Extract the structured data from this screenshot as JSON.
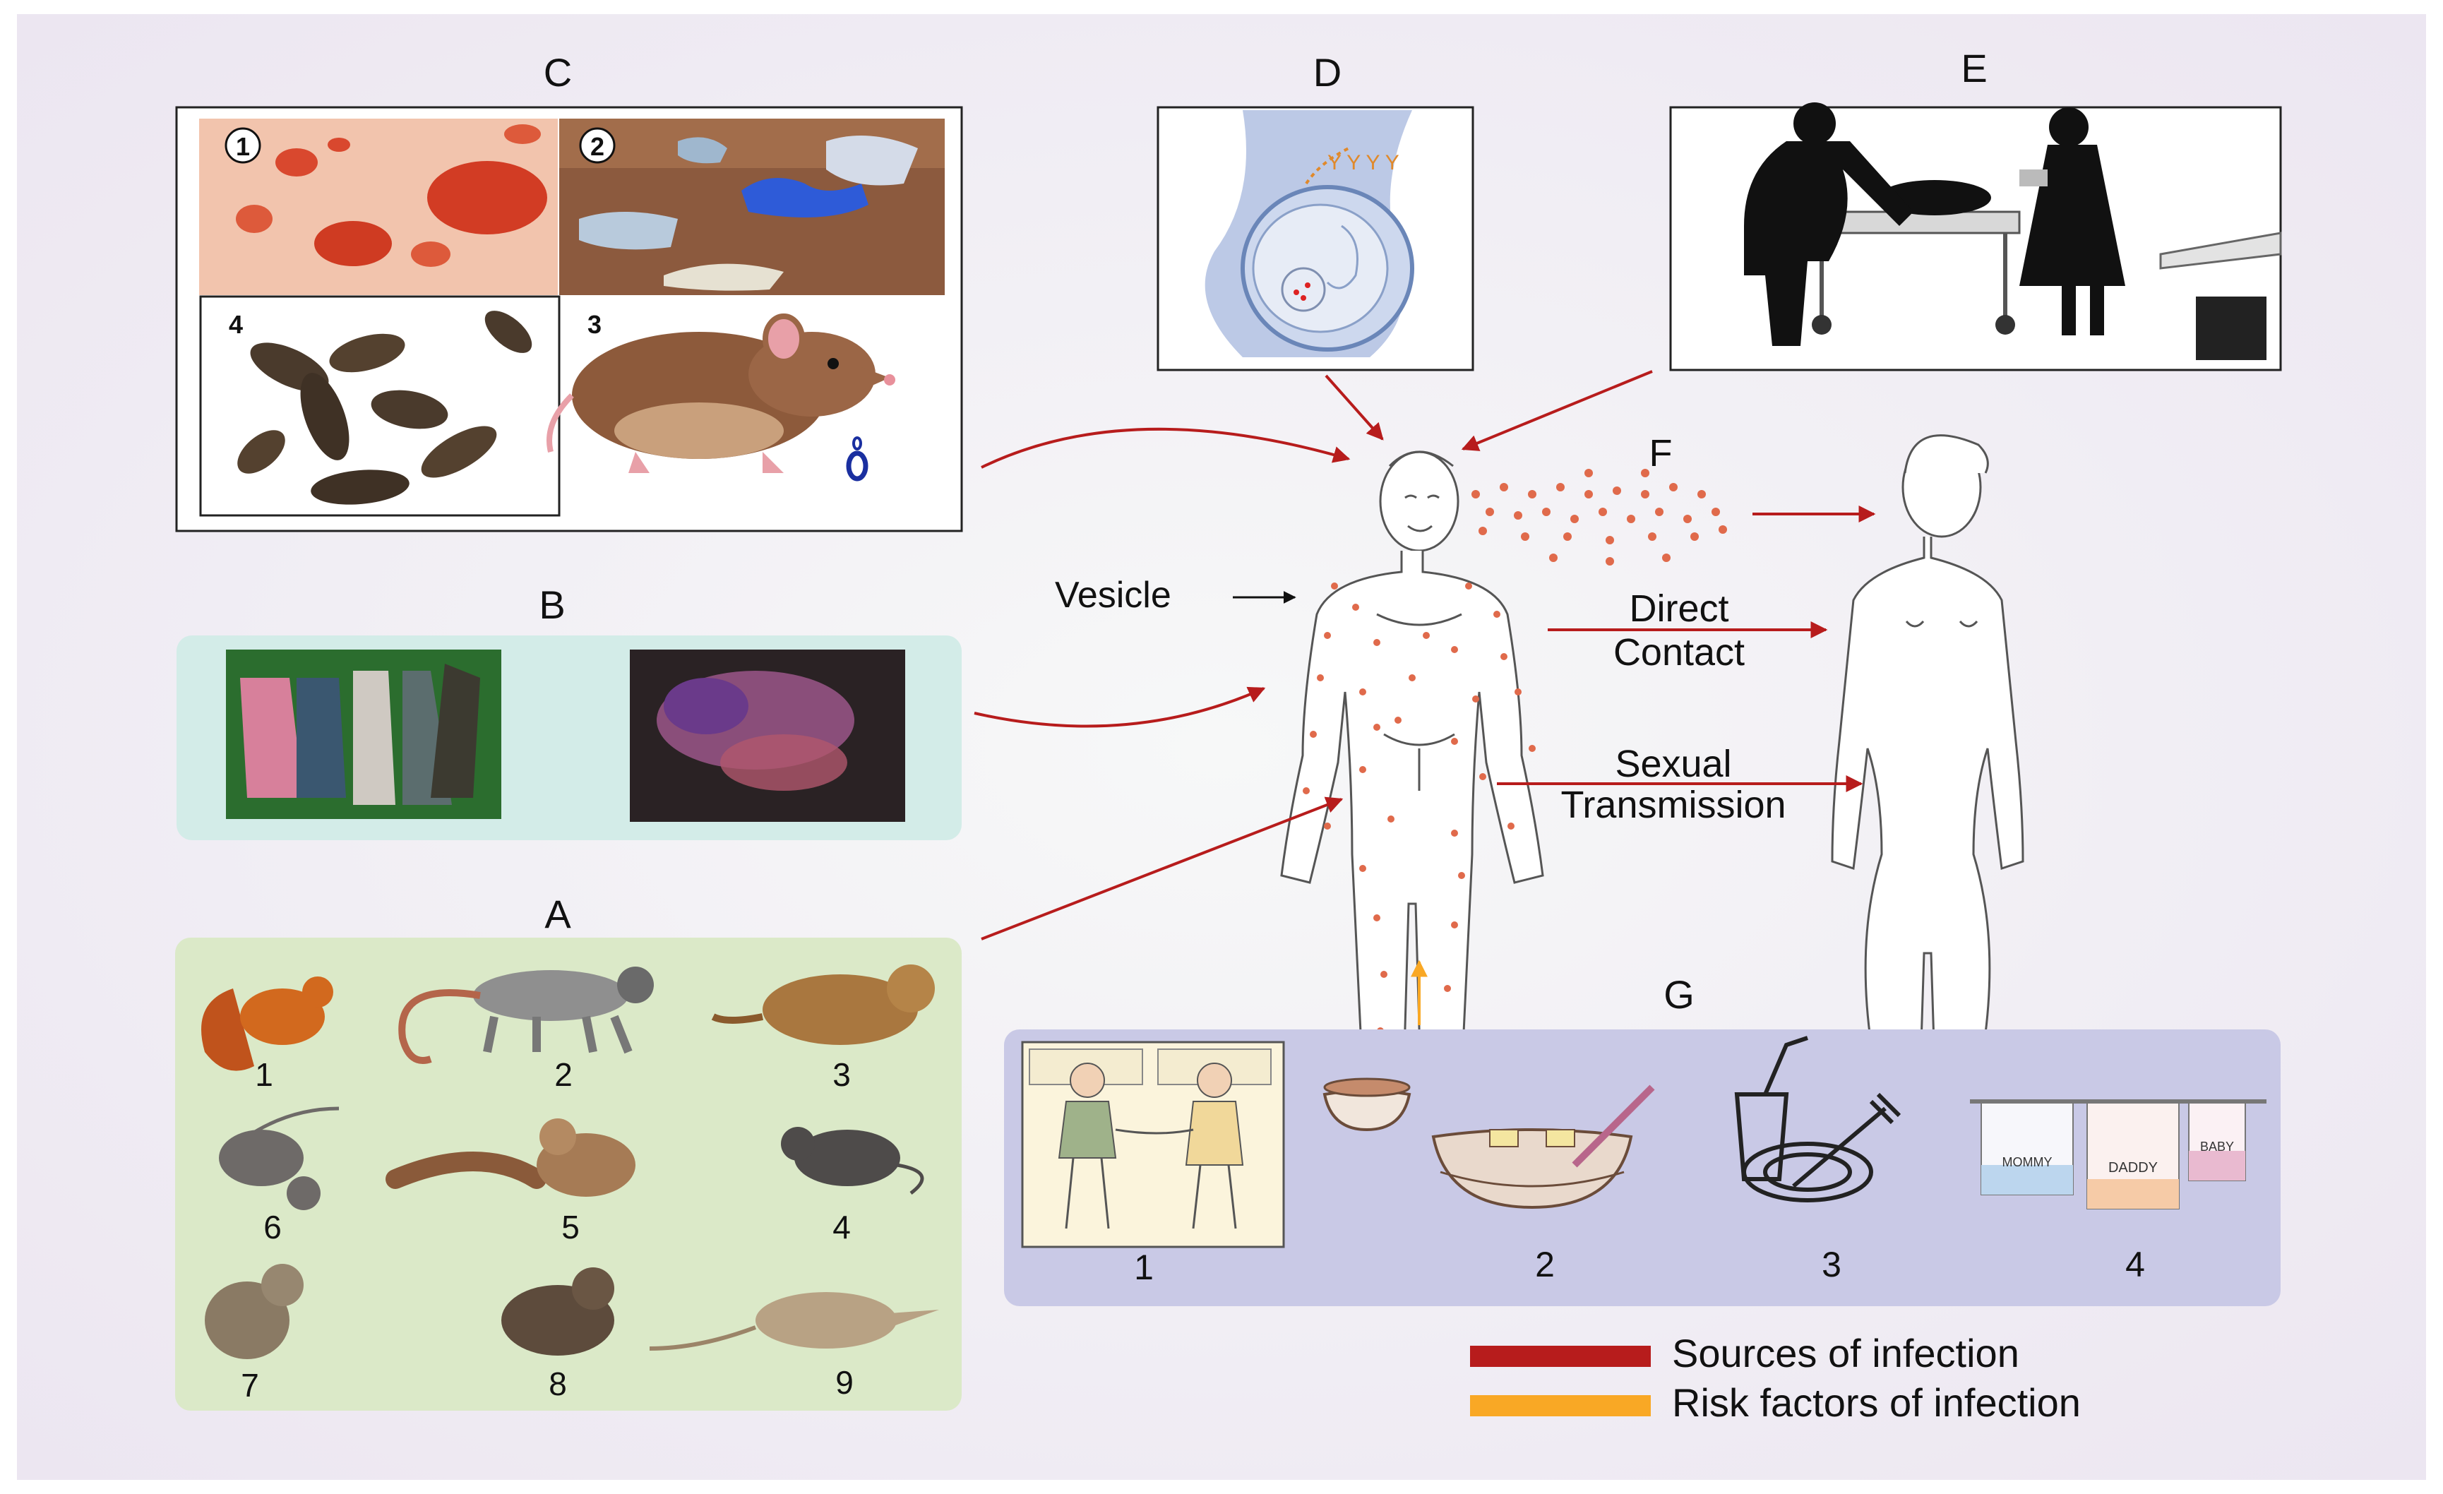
{
  "panels": {
    "A": {
      "letter": "A",
      "numbers": [
        "1",
        "2",
        "3",
        "6",
        "5",
        "4",
        "7",
        "8",
        "9"
      ]
    },
    "B": {
      "letter": "B"
    },
    "C": {
      "letter": "C",
      "numbers": [
        "1",
        "2",
        "4",
        "3"
      ]
    },
    "D": {
      "letter": "D"
    },
    "E": {
      "letter": "E"
    },
    "F": {
      "letter": "F"
    },
    "G": {
      "letter": "G",
      "numbers": [
        "1",
        "2",
        "3",
        "4"
      ],
      "towels": [
        "MOMMY",
        "DADDY",
        "BABY"
      ]
    }
  },
  "labels": {
    "vesicle": "Vesicle",
    "direct_1": "Direct",
    "direct_2": "Contact",
    "sexual_1": "Sexual",
    "sexual_2": "Transmission"
  },
  "legend": {
    "sources": {
      "text": "Sources of infection",
      "color": "#b71c1c"
    },
    "risk": {
      "text": "Risk factors of infection",
      "color": "#f9a825"
    }
  },
  "colors": {
    "arrow_red": "#b71c1c",
    "arrow_orange": "#f9a825",
    "panel_A_bg": "#dbe9c8",
    "panel_B_bg": "#d3ece8",
    "panel_G_bg": "#c9c9e6",
    "vesicle_dot": "#e06a4b"
  }
}
